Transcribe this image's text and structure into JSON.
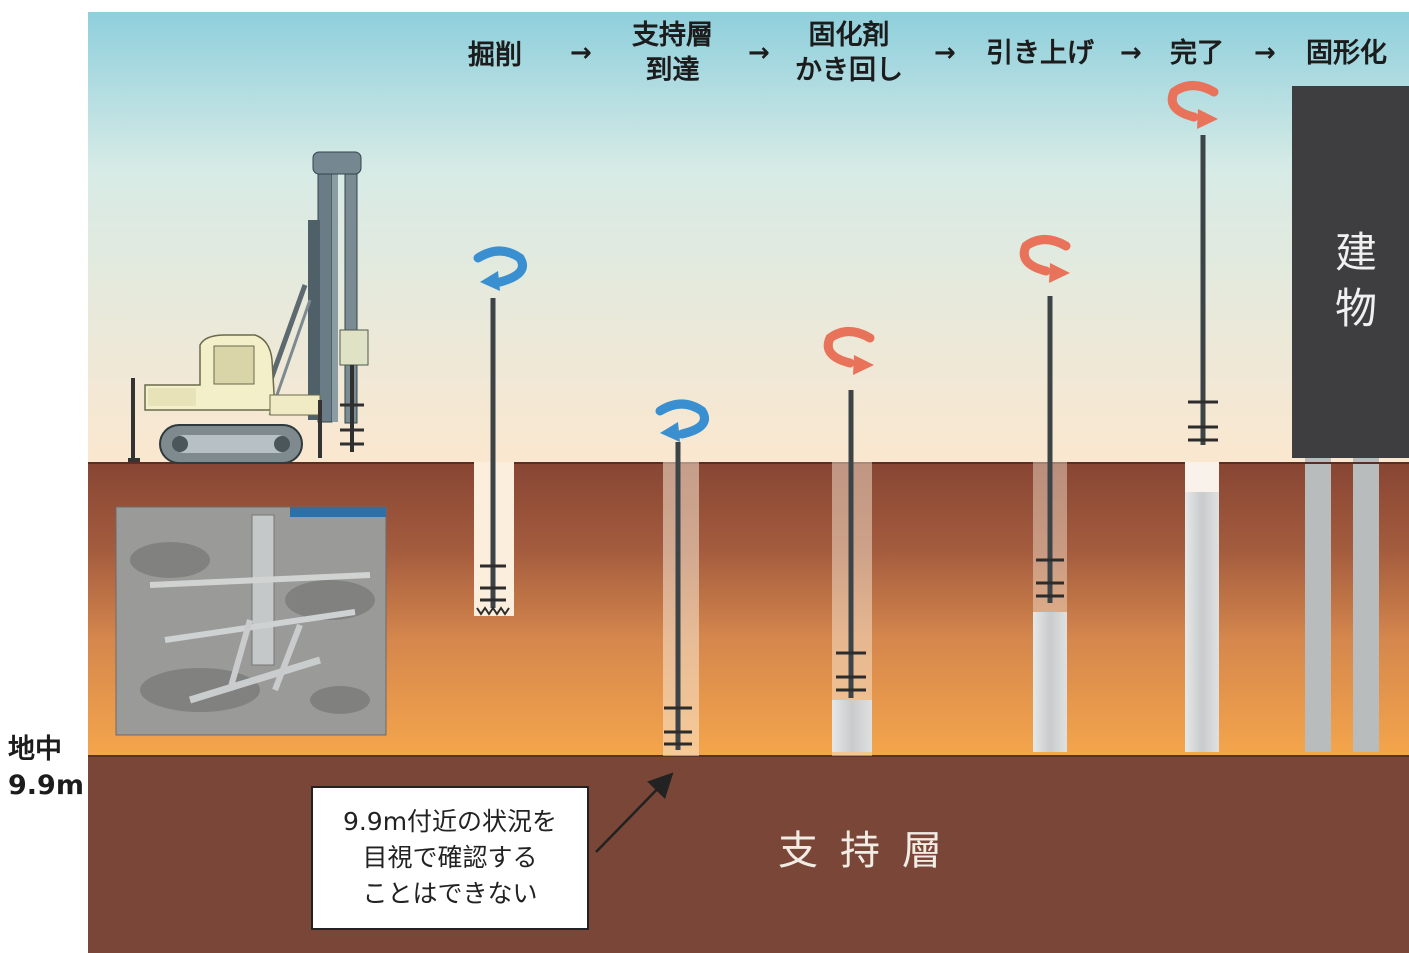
{
  "steps": [
    {
      "label": "掘削"
    },
    {
      "label": "支持層\n到達"
    },
    {
      "label": "固化剤\nかき回し"
    },
    {
      "label": "引き上げ"
    },
    {
      "label": "完了"
    },
    {
      "label": "固形化"
    }
  ],
  "step_arrow": "→",
  "depth_label": "地中\n9.9m",
  "note_text": "9.9m付近の状況を\n目視で確認する\nことはできない",
  "bearing_layer_label": "支持層",
  "building_label": "建\n物",
  "colors": {
    "sky_top": "#8ecfdc",
    "sky_bottom": "#fbe7cf",
    "soil_top": "#8c4a36",
    "soil_mid": "#c77c4d",
    "soil_bottom": "#f2a24b",
    "bearing_layer": "#7a4637",
    "building": "#3e3e40",
    "rotate_blue": "#3a8fd0",
    "rotate_red": "#e8735a",
    "column": "#d3d6d6"
  }
}
